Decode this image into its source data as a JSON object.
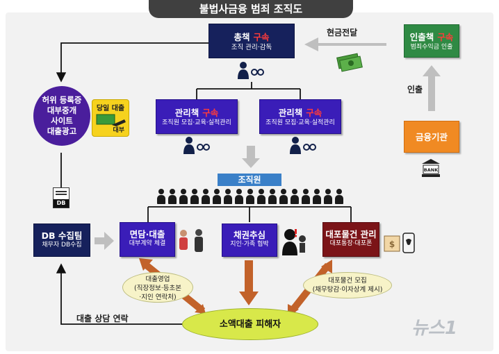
{
  "title": "불법사금융 범죄 조직도",
  "nodes": {
    "boss": {
      "title": "총책",
      "status": "구속",
      "sub": "조직 관리·감독"
    },
    "manager_left": {
      "title": "관리책",
      "status": "구속",
      "sub": "조직원 모집·교육·실적관리"
    },
    "manager_right": {
      "title": "관리책",
      "status": "구속",
      "sub": "조직원 모집·교육·실적관리"
    },
    "withdrawer": {
      "title": "인출책",
      "status": "구속",
      "sub": "범죄수익금 인출"
    },
    "bank": {
      "label": "금융기관",
      "icon_text": "BANK"
    },
    "ad_site": {
      "lines": [
        "허위 등록증",
        "대부중개",
        "사이트",
        "대출광고"
      ]
    },
    "same_day_loan": {
      "top": "당일 대출",
      "bottom": "대부"
    },
    "members": {
      "label": "조직원"
    },
    "db_team": {
      "title": "DB 수집팀",
      "sub": "채무자 DB수집"
    },
    "db_doc": {
      "label": "DB"
    },
    "interview": {
      "title": "면담·대출",
      "sub": "대부계약 체결"
    },
    "collection": {
      "title": "채권추심",
      "sub": "지인·가족 협박"
    },
    "phone_mgmt": {
      "title": "대포물건 관리",
      "sub": "대포통장·대포폰"
    },
    "victims": {
      "label": "소액대출 피해자"
    },
    "sales_note": {
      "lines": [
        "대출영업",
        "(직장정보·등초본",
        "·지인 연락처)"
      ]
    },
    "phone_note": {
      "lines": [
        "대포물건 모집",
        "(채무탕감·이자상계 제시)"
      ]
    }
  },
  "edges": {
    "cash_transfer": "현금전달",
    "withdrawal": "인출",
    "consult_contact": "대출 상담 연락"
  },
  "watermark": "뉴스1",
  "colors": {
    "navy": "#16215c",
    "purple": "#3a1db8",
    "maroon": "#7b1418",
    "green": "#2f8a44",
    "orange": "#f08a23",
    "arrest_red": "#ff3b3b",
    "arrow_brown": "#c2622a"
  },
  "icons": [
    "handcuffed-suspect-icon",
    "cash-icon",
    "bank-building-icon",
    "document-icon",
    "money-hand-icon",
    "person-icon",
    "thief-icon",
    "phone-icon"
  ]
}
